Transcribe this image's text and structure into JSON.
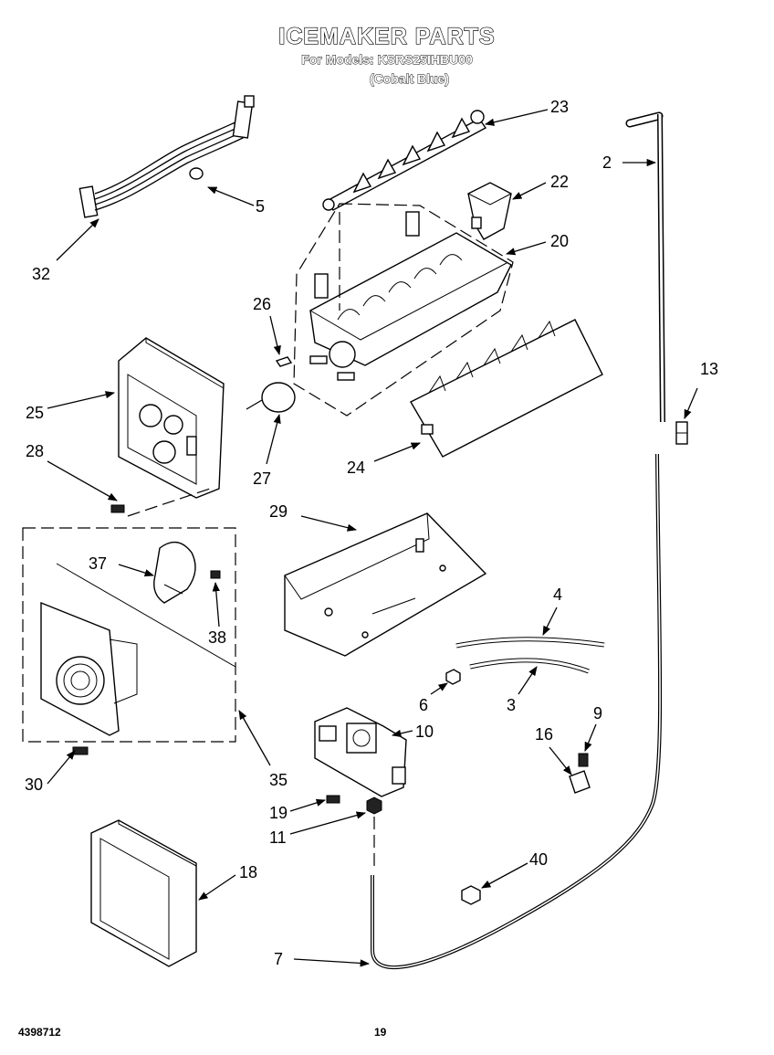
{
  "header": {
    "title": "ICEMAKER PARTS",
    "models": "For Models: KSRS25IHBU00",
    "color": "(Cobalt Blue)"
  },
  "footer": {
    "doc_number": "4398712",
    "page_number": "19"
  },
  "callouts": {
    "c2": "2",
    "c3": "3",
    "c4": "4",
    "c5": "5",
    "c6": "6",
    "c7": "7",
    "c9": "9",
    "c10": "10",
    "c11": "11",
    "c13": "13",
    "c16": "16",
    "c18": "18",
    "c19": "19",
    "c20": "20",
    "c22": "22",
    "c23": "23",
    "c24": "24",
    "c25": "25",
    "c26": "26",
    "c27": "27",
    "c28": "28",
    "c29": "29",
    "c30": "30",
    "c32": "32",
    "c35": "35",
    "c37": "37",
    "c38": "38",
    "c40": "40"
  }
}
